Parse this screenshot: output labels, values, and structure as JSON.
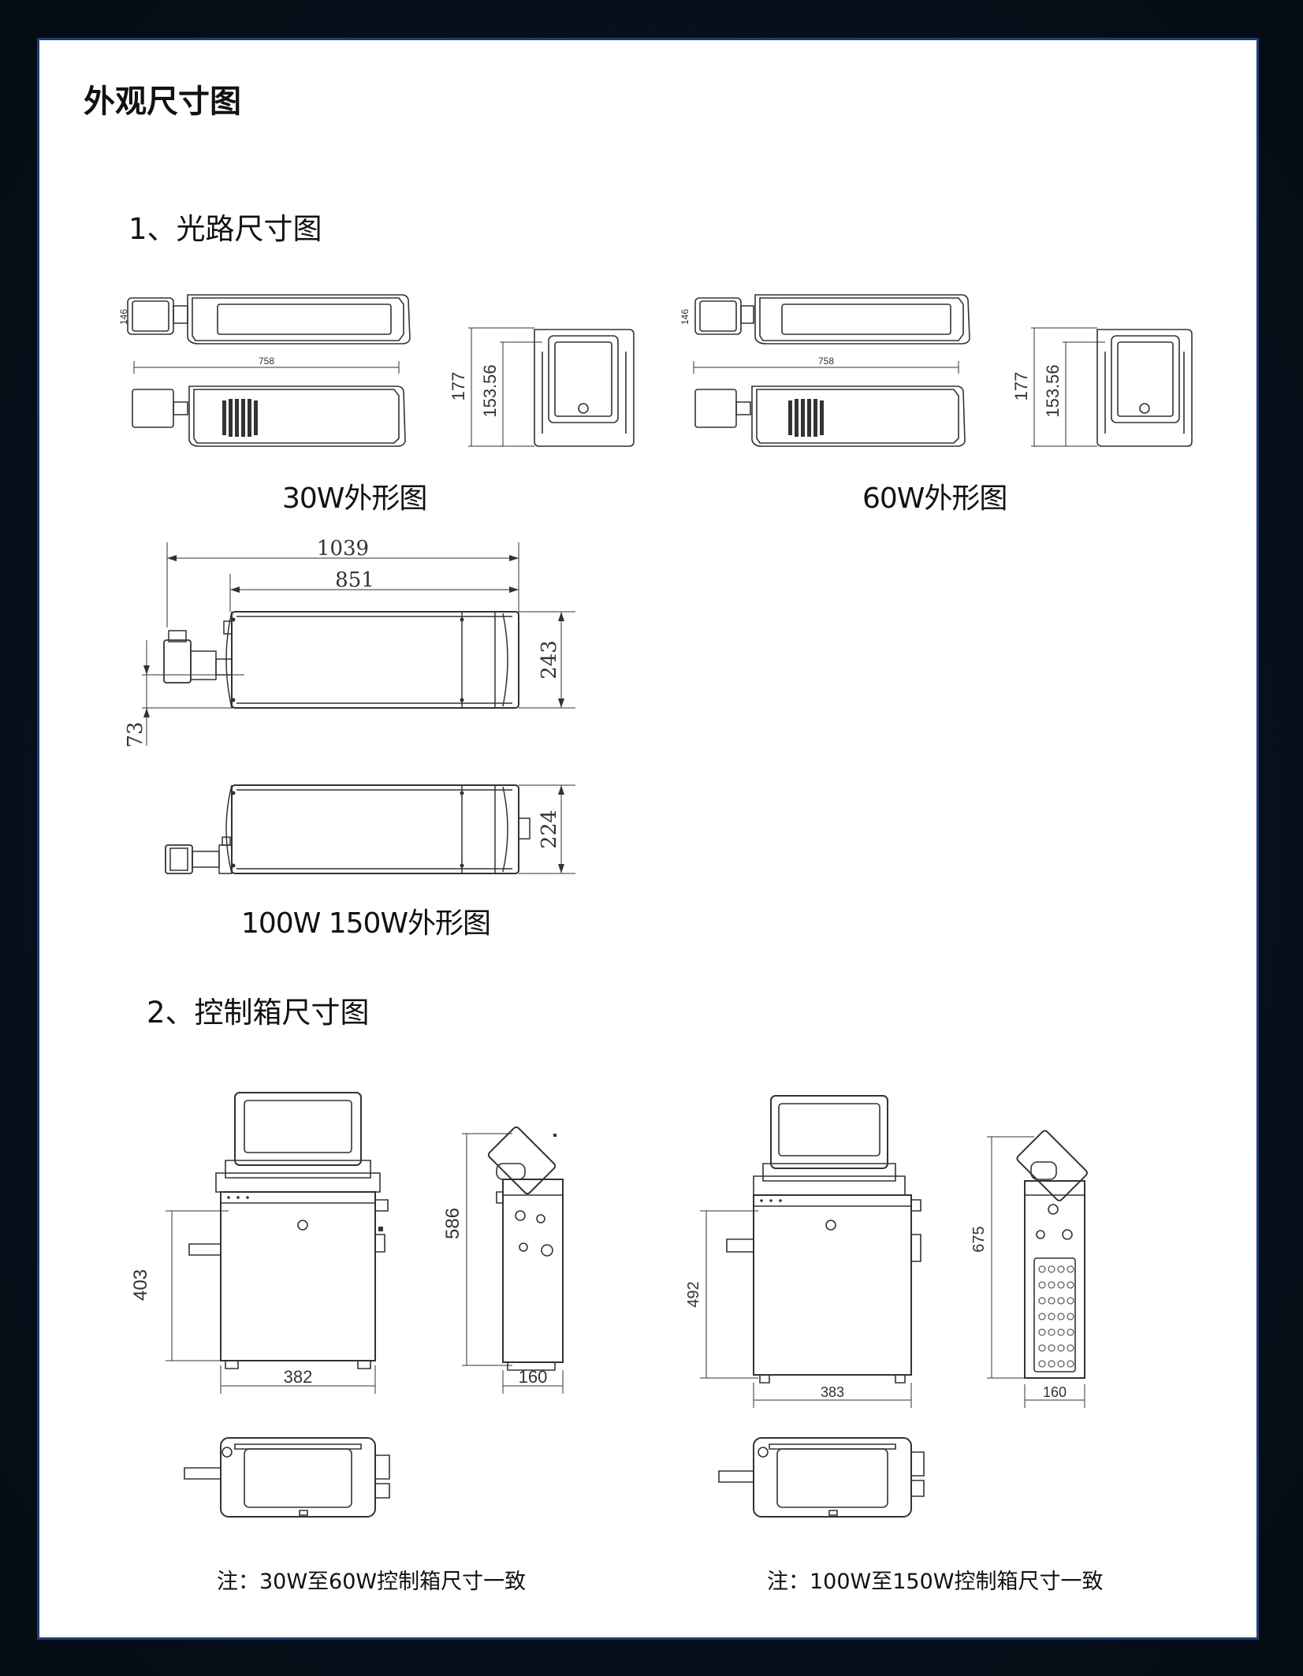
{
  "title": "外观尺寸图",
  "sections": {
    "optical": "1、光路尺寸图",
    "control": "2、控制箱尺寸图"
  },
  "captions": {
    "w30": "30W外形图",
    "w60": "60W外形图",
    "w100_150": "100W 150W外形图"
  },
  "dimensions": {
    "small_height": "146",
    "small_length": "758",
    "small_total_height": "177",
    "small_body_height": "153.56",
    "big_total_length": "1039",
    "big_body_length": "851",
    "big_top_height": "243",
    "big_offset": "73",
    "big_bottom_height": "224",
    "cb1_height": "403",
    "cb1_total_height": "586",
    "cb1_width": "382",
    "cb1_depth": "160",
    "cb2_height": "492",
    "cb2_total_height": "675",
    "cb2_width": "383",
    "cb2_depth": "160"
  },
  "notes": {
    "left": "注：30W至60W控制箱尺寸一致",
    "right": "注：100W至150W控制箱尺寸一致"
  }
}
